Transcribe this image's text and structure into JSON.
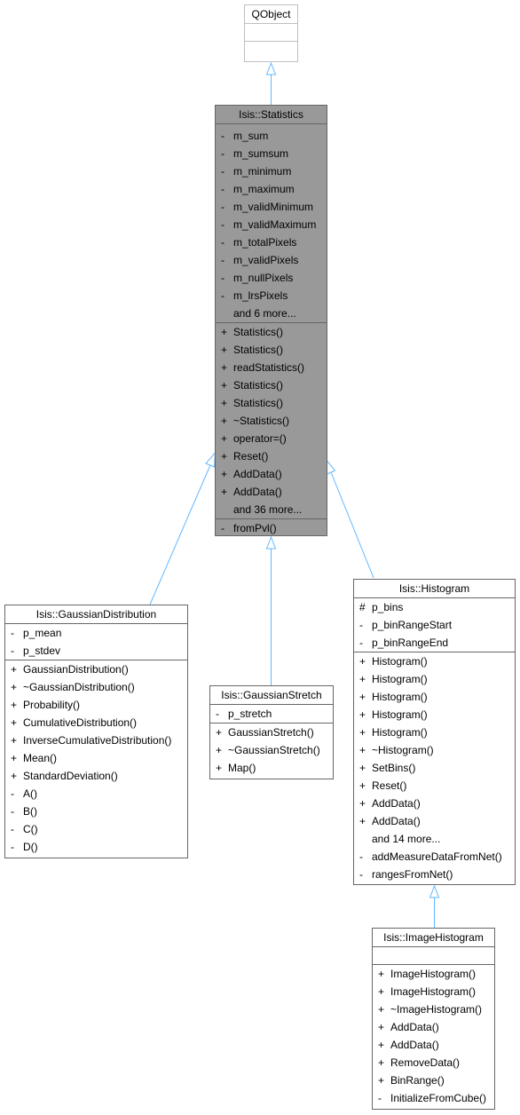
{
  "classes": {
    "qobject": {
      "name": "QObject",
      "attributes": [],
      "methods": []
    },
    "statistics": {
      "name": "Isis::Statistics",
      "attributes": [
        {
          "vis": "-",
          "name": "m_sum"
        },
        {
          "vis": "-",
          "name": "m_sumsum"
        },
        {
          "vis": "-",
          "name": "m_minimum"
        },
        {
          "vis": "-",
          "name": "m_maximum"
        },
        {
          "vis": "-",
          "name": "m_validMinimum"
        },
        {
          "vis": "-",
          "name": "m_validMaximum"
        },
        {
          "vis": "-",
          "name": "m_totalPixels"
        },
        {
          "vis": "-",
          "name": "m_validPixels"
        },
        {
          "vis": "-",
          "name": "m_nullPixels"
        },
        {
          "vis": "-",
          "name": "m_lrsPixels"
        },
        {
          "vis": "",
          "name": "and 6 more..."
        }
      ],
      "methods": [
        {
          "vis": "+",
          "name": "Statistics()"
        },
        {
          "vis": "+",
          "name": "Statistics()"
        },
        {
          "vis": "+",
          "name": "readStatistics()"
        },
        {
          "vis": "+",
          "name": "Statistics()"
        },
        {
          "vis": "+",
          "name": "Statistics()"
        },
        {
          "vis": "+",
          "name": "~Statistics()"
        },
        {
          "vis": "+",
          "name": "operator=()"
        },
        {
          "vis": "+",
          "name": "Reset()"
        },
        {
          "vis": "+",
          "name": "AddData()"
        },
        {
          "vis": "+",
          "name": "AddData()"
        },
        {
          "vis": "",
          "name": "and 36 more..."
        }
      ],
      "private_methods": [
        {
          "vis": "-",
          "name": "fromPvl()"
        }
      ]
    },
    "gaussian_distribution": {
      "name": "Isis::GaussianDistribution",
      "attributes": [
        {
          "vis": "-",
          "name": "p_mean"
        },
        {
          "vis": "-",
          "name": "p_stdev"
        }
      ],
      "methods": [
        {
          "vis": "+",
          "name": "GaussianDistribution()"
        },
        {
          "vis": "+",
          "name": "~GaussianDistribution()"
        },
        {
          "vis": "+",
          "name": "Probability()"
        },
        {
          "vis": "+",
          "name": "CumulativeDistribution()"
        },
        {
          "vis": "+",
          "name": "InverseCumulativeDistribution()"
        },
        {
          "vis": "+",
          "name": "Mean()"
        },
        {
          "vis": "+",
          "name": "StandardDeviation()"
        },
        {
          "vis": "-",
          "name": "A()"
        },
        {
          "vis": "-",
          "name": "B()"
        },
        {
          "vis": "-",
          "name": "C()"
        },
        {
          "vis": "-",
          "name": "D()"
        }
      ]
    },
    "gaussian_stretch": {
      "name": "Isis::GaussianStretch",
      "attributes": [
        {
          "vis": "-",
          "name": "p_stretch"
        }
      ],
      "methods": [
        {
          "vis": "+",
          "name": "GaussianStretch()"
        },
        {
          "vis": "+",
          "name": "~GaussianStretch()"
        },
        {
          "vis": "+",
          "name": "Map()"
        }
      ]
    },
    "histogram": {
      "name": "Isis::Histogram",
      "attributes": [
        {
          "vis": "#",
          "name": "p_bins"
        },
        {
          "vis": "-",
          "name": "p_binRangeStart"
        },
        {
          "vis": "-",
          "name": "p_binRangeEnd"
        }
      ],
      "methods": [
        {
          "vis": "+",
          "name": "Histogram()"
        },
        {
          "vis": "+",
          "name": "Histogram()"
        },
        {
          "vis": "+",
          "name": "Histogram()"
        },
        {
          "vis": "+",
          "name": "Histogram()"
        },
        {
          "vis": "+",
          "name": "Histogram()"
        },
        {
          "vis": "+",
          "name": "~Histogram()"
        },
        {
          "vis": "+",
          "name": "SetBins()"
        },
        {
          "vis": "+",
          "name": "Reset()"
        },
        {
          "vis": "+",
          "name": "AddData()"
        },
        {
          "vis": "+",
          "name": "AddData()"
        },
        {
          "vis": "",
          "name": "and 14 more..."
        },
        {
          "vis": "-",
          "name": "addMeasureDataFromNet()"
        },
        {
          "vis": "-",
          "name": "rangesFromNet()"
        }
      ]
    },
    "image_histogram": {
      "name": "Isis::ImageHistogram",
      "attributes": [],
      "methods": [
        {
          "vis": "+",
          "name": "ImageHistogram()"
        },
        {
          "vis": "+",
          "name": "ImageHistogram()"
        },
        {
          "vis": "+",
          "name": "~ImageHistogram()"
        },
        {
          "vis": "+",
          "name": "AddData()"
        },
        {
          "vis": "+",
          "name": "AddData()"
        },
        {
          "vis": "+",
          "name": "RemoveData()"
        },
        {
          "vis": "+",
          "name": "BinRange()"
        },
        {
          "vis": "-",
          "name": "InitializeFromCube()"
        }
      ]
    }
  },
  "colors": {
    "edge": "#63b8ff",
    "focus_fill": "#999999",
    "border": "#666666",
    "light_border": "#bfbfbf"
  }
}
